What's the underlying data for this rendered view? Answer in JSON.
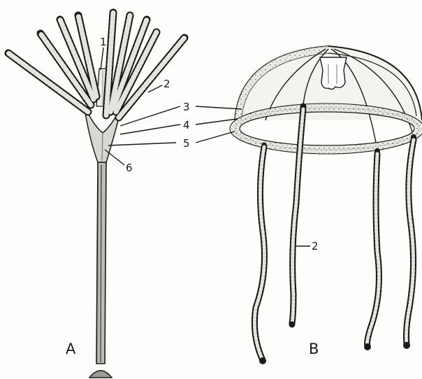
{
  "labels": {
    "n1": "1",
    "n2_polyp": "2",
    "n3": "3",
    "n4": "4",
    "n5": "5",
    "n6": "6",
    "n2_medusa": "2"
  },
  "captions": {
    "polyp": "A",
    "medusa": "B"
  },
  "colors": {
    "ink": "#1a1a1a",
    "shade": "#555555",
    "light": "#d9d9d4",
    "paper": "#fdfdfb"
  }
}
